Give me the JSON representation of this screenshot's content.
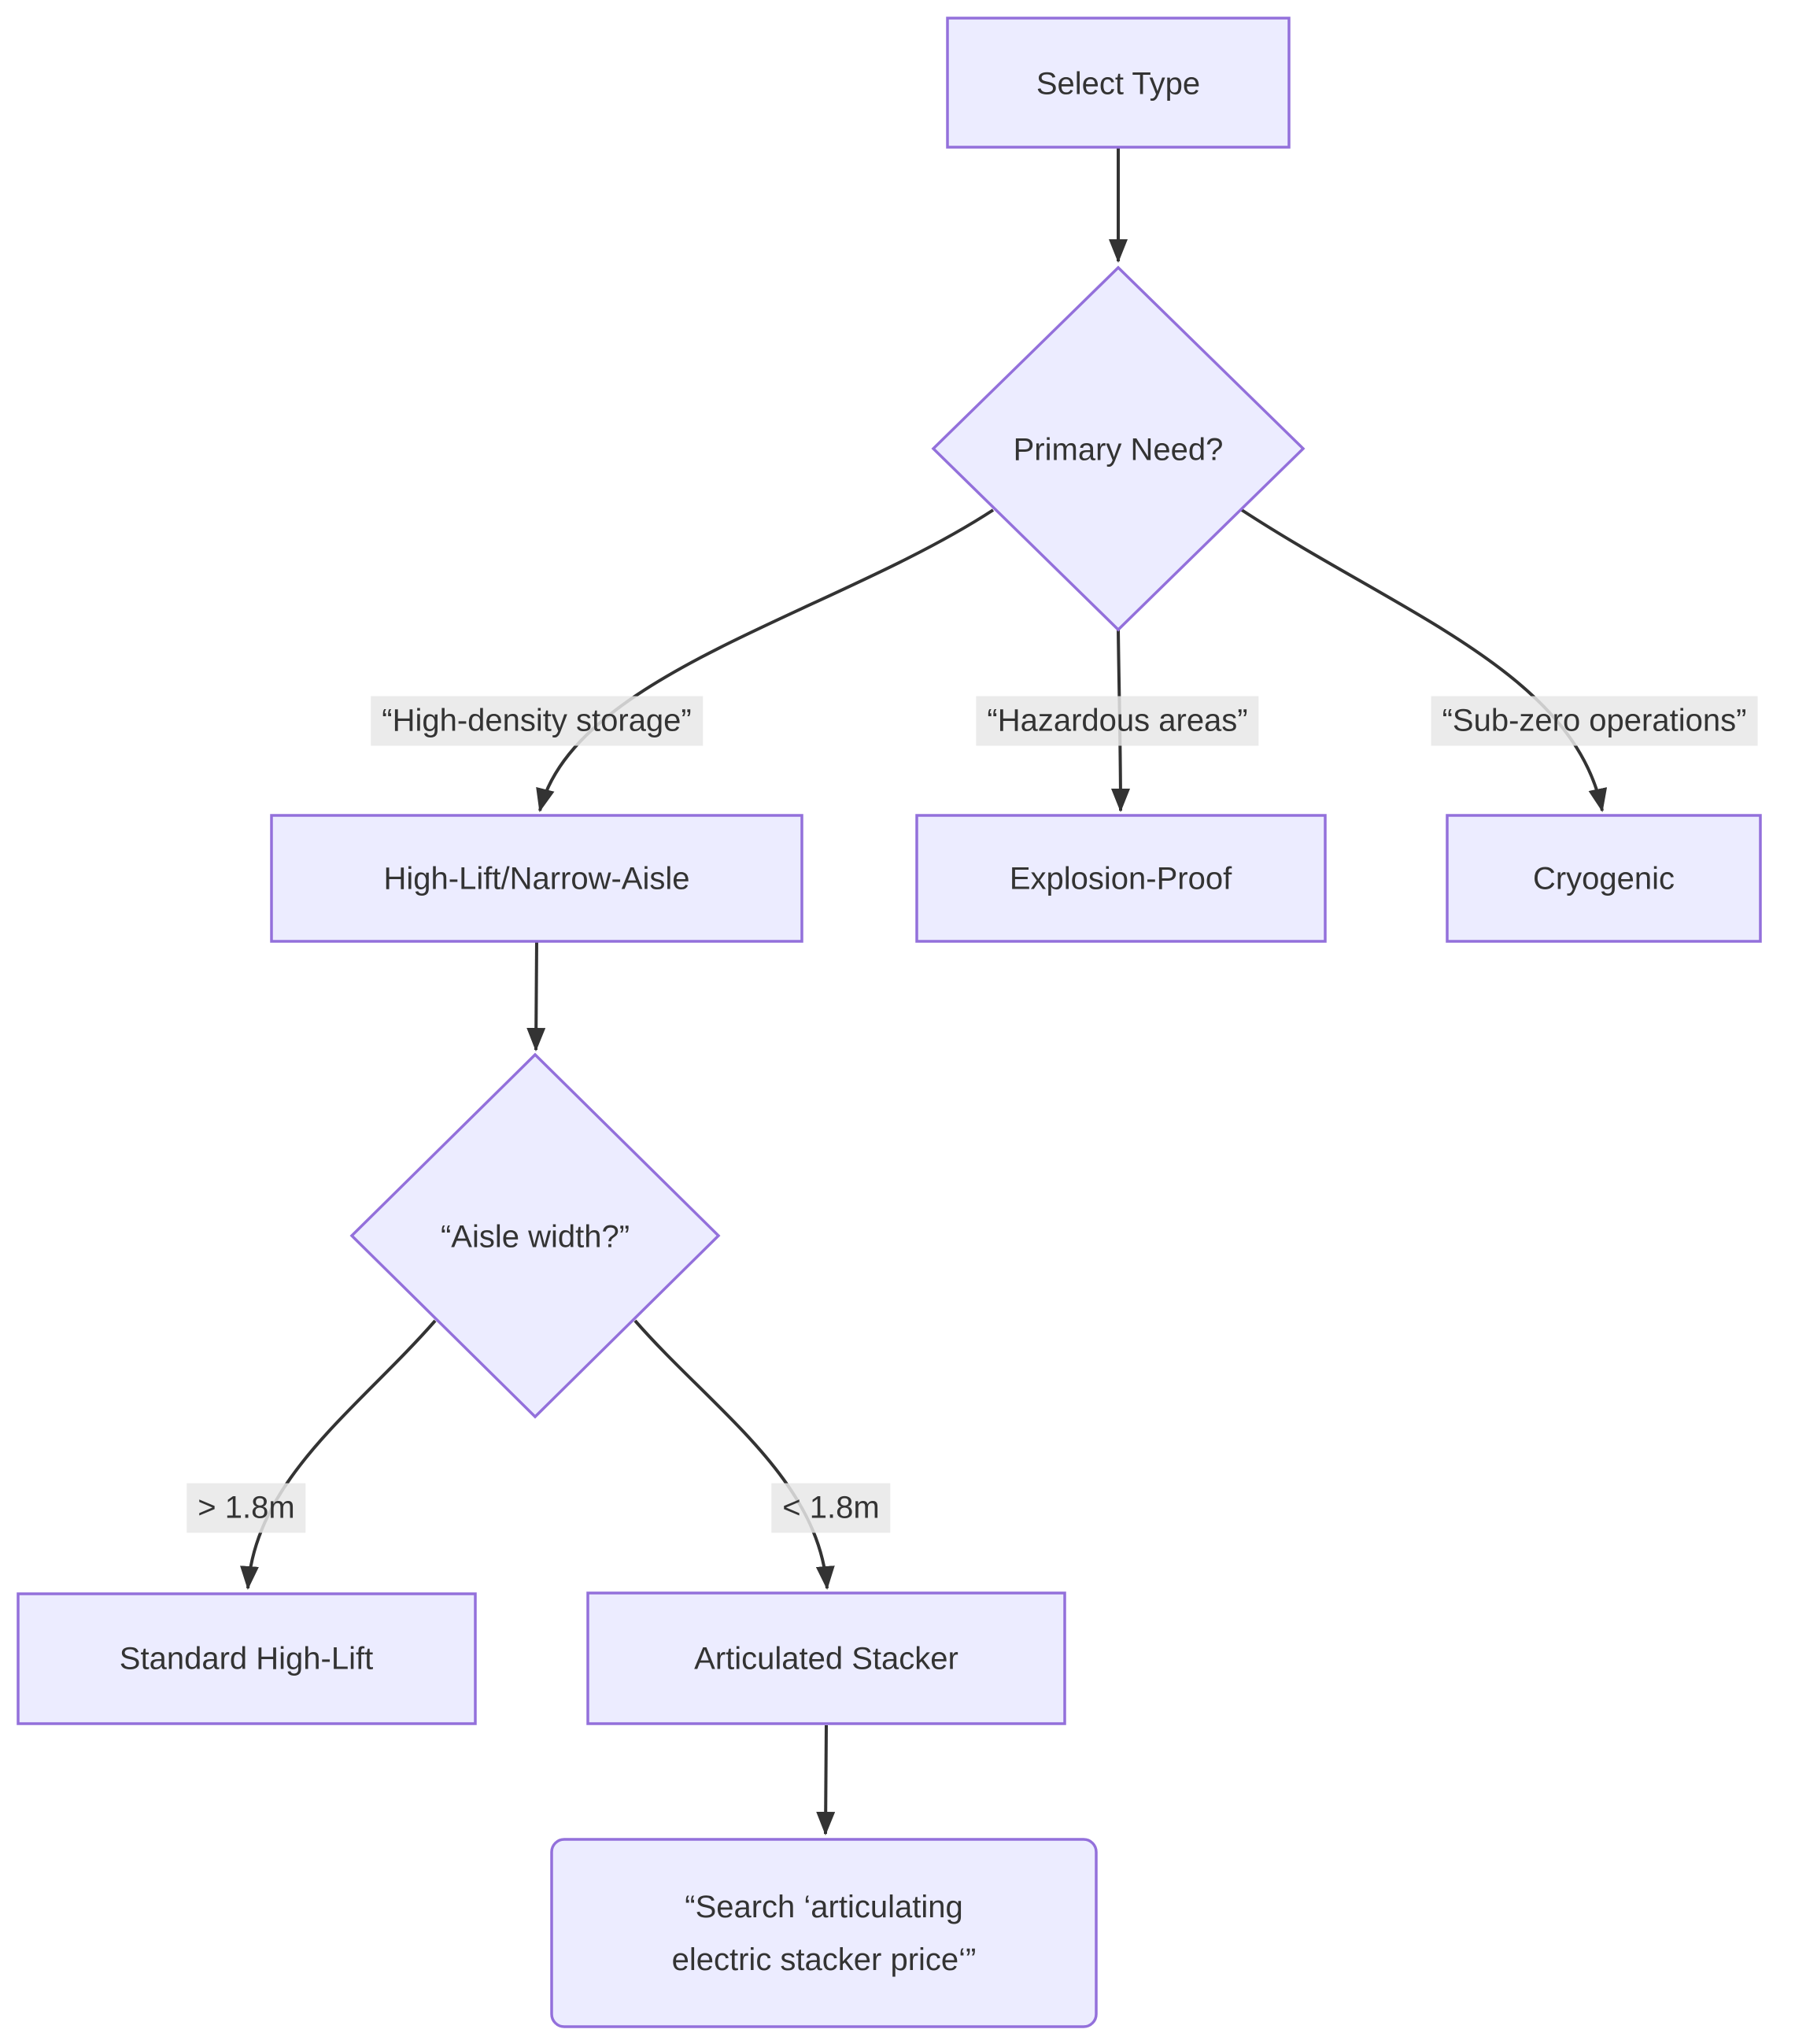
{
  "diagram": {
    "type": "flowchart-decision-tree",
    "background": "#ffffff",
    "colors": {
      "node_fill": "#ECECFF",
      "node_border": "#9370DB",
      "text": "#333333",
      "edge": "#333333",
      "edge_label_bg": "#e8e8e8"
    },
    "nodes": {
      "select_type": {
        "shape": "rect",
        "label": "Select Type"
      },
      "primary_need": {
        "shape": "diamond",
        "label": "Primary Need?"
      },
      "high_lift_narrow_aisle": {
        "shape": "rect",
        "label": "High-Lift/Narrow-Aisle"
      },
      "explosion_proof": {
        "shape": "rect",
        "label": "Explosion-Proof"
      },
      "cryogenic": {
        "shape": "rect",
        "label": "Cryogenic"
      },
      "aisle_width": {
        "shape": "diamond",
        "label": "“Aisle width?”"
      },
      "standard_high_lift": {
        "shape": "rect",
        "label": "Standard High-Lift"
      },
      "articulated_stacker": {
        "shape": "rect",
        "label": "Articulated Stacker"
      },
      "search_action": {
        "shape": "rounded-rect",
        "label_line1": "“Search ‘articulating",
        "label_line2": "electric stacker price‘”"
      }
    },
    "edge_labels": {
      "high_density_storage": "“High-density storage”",
      "hazardous_areas": "“Hazardous areas”",
      "sub_zero_operations": "“Sub-zero operations”",
      "gt_18m": "> 1.8m",
      "lt_18m": "< 1.8m"
    },
    "edges": [
      {
        "from": "select_type",
        "to": "primary_need",
        "label": ""
      },
      {
        "from": "primary_need",
        "to": "high_lift_narrow_aisle",
        "label": "“High-density storage”"
      },
      {
        "from": "primary_need",
        "to": "explosion_proof",
        "label": "“Hazardous areas”"
      },
      {
        "from": "primary_need",
        "to": "cryogenic",
        "label": "“Sub-zero operations”"
      },
      {
        "from": "high_lift_narrow_aisle",
        "to": "aisle_width",
        "label": ""
      },
      {
        "from": "aisle_width",
        "to": "standard_high_lift",
        "label": "> 1.8m"
      },
      {
        "from": "aisle_width",
        "to": "articulated_stacker",
        "label": "< 1.8m"
      },
      {
        "from": "articulated_stacker",
        "to": "search_action",
        "label": ""
      }
    ]
  }
}
